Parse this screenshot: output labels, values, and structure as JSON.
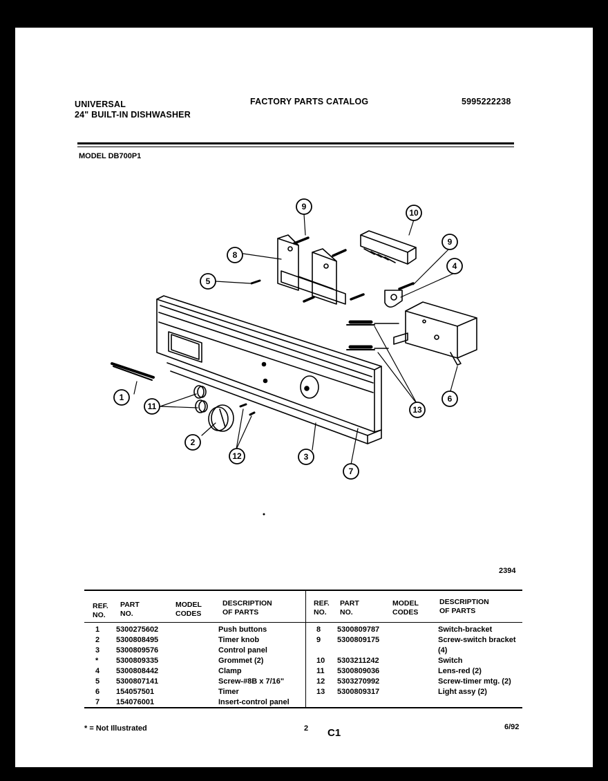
{
  "header": {
    "brand": "UNIVERSAL",
    "product": "24\" BUILT-IN DISHWASHER",
    "catalog": "FACTORY PARTS CATALOG",
    "catalog_no": "5995222238",
    "model": "MODEL DB700P1"
  },
  "diagram": {
    "callouts": [
      "1",
      "2",
      "3",
      "4",
      "5",
      "6",
      "7",
      "8",
      "9",
      "9",
      "10",
      "11",
      "12",
      "13"
    ],
    "code": "2394"
  },
  "table": {
    "headers": {
      "ref": "REF.\nNO.",
      "part": "PART\nNO.",
      "model": "MODEL\nCODES",
      "desc": "DESCRIPTION\nOF PARTS"
    },
    "left": [
      {
        "ref": "1",
        "part": "5300275602",
        "desc": "Push buttons"
      },
      {
        "ref": "2",
        "part": "5300808495",
        "desc": "Timer knob"
      },
      {
        "ref": "3",
        "part": "5300809576",
        "desc": "Control panel"
      },
      {
        "ref": "*",
        "part": "5300809335",
        "desc": "Grommet (2)"
      },
      {
        "ref": "4",
        "part": "5300808442",
        "desc": "Clamp"
      },
      {
        "ref": "5",
        "part": "5300807141",
        "desc": "Screw-#8B x 7/16\""
      },
      {
        "ref": "6",
        "part": "154057501",
        "desc": "Timer"
      },
      {
        "ref": "7",
        "part": "154076001",
        "desc": "Insert-control panel"
      }
    ],
    "right": [
      {
        "ref": "8",
        "part": "5300809787",
        "desc": "Switch-bracket"
      },
      {
        "ref": "9",
        "part": "5300809175",
        "desc": "Screw-switch bracket\n(4)"
      },
      {
        "ref": "10",
        "part": "5303211242",
        "desc": "Switch"
      },
      {
        "ref": "11",
        "part": "5300809036",
        "desc": "Lens-red (2)"
      },
      {
        "ref": "12",
        "part": "5303270992",
        "desc": "Screw-timer mtg. (2)"
      },
      {
        "ref": "13",
        "part": "5300809317",
        "desc": "Light assy (2)"
      }
    ]
  },
  "footer": {
    "note": "* = Not Illustrated",
    "page": "2",
    "section": "C1",
    "date": "6/92"
  }
}
